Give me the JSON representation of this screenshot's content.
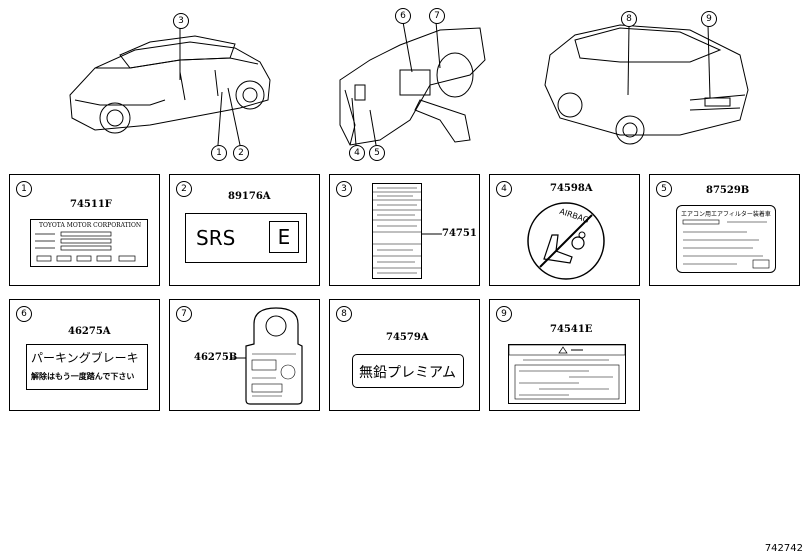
{
  "callouts": [
    "1",
    "2",
    "3",
    "4",
    "5",
    "6",
    "7",
    "8",
    "9"
  ],
  "panels": [
    {
      "num": "1",
      "code": "74511F",
      "text": "TOYOTA MOTOR CORPORATION"
    },
    {
      "num": "2",
      "code": "89176A",
      "text_left": "SRS",
      "text_right": "E"
    },
    {
      "num": "3",
      "code": "74751"
    },
    {
      "num": "4",
      "code": "74598A",
      "text": "AIRBAG"
    },
    {
      "num": "5",
      "code": "87529B",
      "text": "エアコン用エアフィルター装着車"
    },
    {
      "num": "6",
      "code": "46275A",
      "line1": "パーキングブレーキ",
      "line2": "解除はもう一度踏んで下さい"
    },
    {
      "num": "7",
      "code": "46275B"
    },
    {
      "num": "8",
      "code": "74579A",
      "text": "無鉛プレミアム"
    },
    {
      "num": "9",
      "code": "74541E"
    }
  ],
  "figure_id": "742742"
}
